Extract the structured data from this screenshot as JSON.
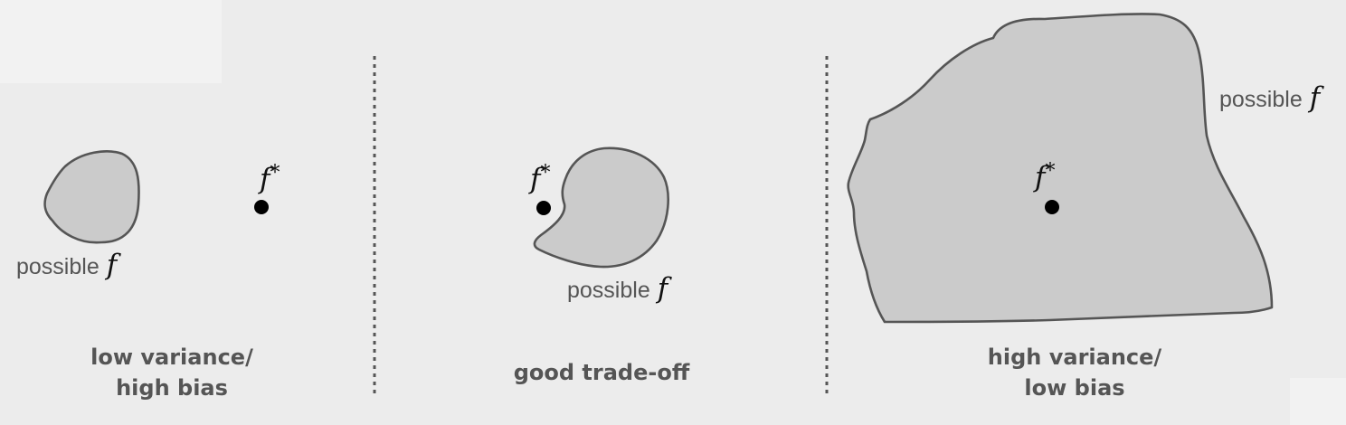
{
  "panels": [
    {
      "id": "low-variance",
      "possible_label": "possible",
      "f_symbol": "f",
      "target_symbol": "f",
      "target_star": "*",
      "caption_line1": "low variance/",
      "caption_line2": "high bias"
    },
    {
      "id": "good-tradeoff",
      "possible_label": "possible",
      "f_symbol": "f",
      "target_symbol": "f",
      "target_star": "*",
      "caption_line1": "good trade-off"
    },
    {
      "id": "high-variance",
      "possible_label": "possible",
      "f_symbol": "f",
      "target_symbol": "f",
      "target_star": "*",
      "caption_line1": "high variance/",
      "caption_line2": "low bias"
    }
  ],
  "colors": {
    "background": "#ececec",
    "region_fill": "#cbcbcb",
    "region_stroke": "#555555",
    "text_gray": "#555555",
    "dot": "#000000"
  }
}
